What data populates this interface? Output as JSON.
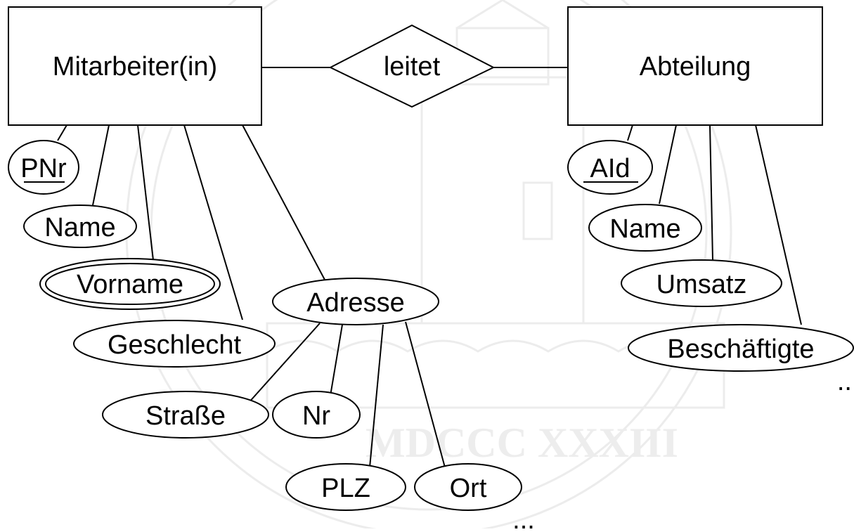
{
  "diagram": {
    "entities": [
      {
        "id": "mitarbeiter",
        "label": "Mitarbeiter(in)"
      },
      {
        "id": "abteilung",
        "label": "Abteilung"
      }
    ],
    "relationship": {
      "label": "leitet"
    },
    "mitarbeiter_attributes": {
      "pnr": "PNr",
      "name": "Name",
      "vorname": "Vorname",
      "geschlecht": "Geschlecht",
      "adresse": "Adresse"
    },
    "adresse_subattributes": {
      "strasse": "Straße",
      "nr": "Nr",
      "plz": "PLZ",
      "ort": "Ort"
    },
    "abteilung_attributes": {
      "aid": "AId",
      "name": "Name",
      "umsatz": "Umsatz",
      "beschaeftigte": "Beschäftigte"
    },
    "ellipsis_right": "..",
    "ellipsis_bottom": "..."
  },
  "watermark": {
    "seal_text": "MDCCC XXXIII"
  }
}
